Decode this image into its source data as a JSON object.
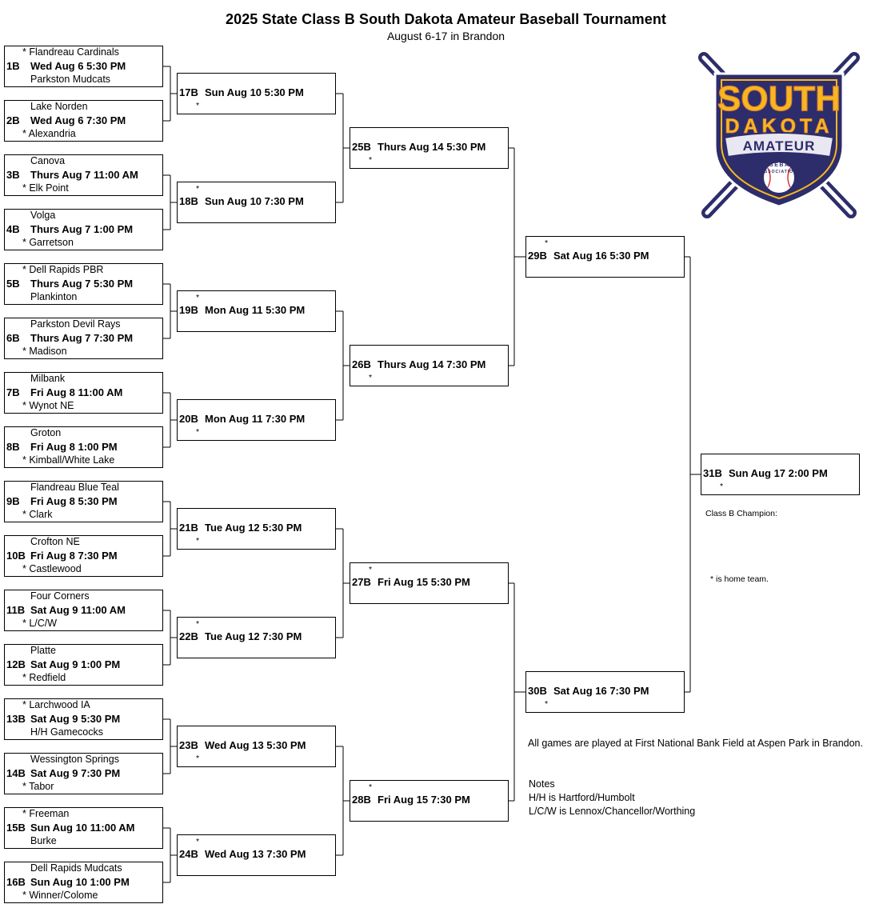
{
  "title": "2025 State Class B South Dakota Amateur Baseball Tournament",
  "subtitle": "August 6-17 in Brandon",
  "home_marker": "*",
  "first_round": [
    {
      "id": "1B",
      "time": "Wed Aug 6 5:30 PM",
      "top": "Flandreau Cardinals",
      "bottom": "Parkston Mudcats",
      "home": "top"
    },
    {
      "id": "2B",
      "time": "Wed Aug 6 7:30 PM",
      "top": "Lake Norden",
      "bottom": "Alexandria",
      "home": "bottom"
    },
    {
      "id": "3B",
      "time": "Thurs Aug 7 11:00 AM",
      "top": "Canova",
      "bottom": "Elk Point",
      "home": "bottom"
    },
    {
      "id": "4B",
      "time": "Thurs Aug 7 1:00 PM",
      "top": "Volga",
      "bottom": "Garretson",
      "home": "bottom"
    },
    {
      "id": "5B",
      "time": "Thurs Aug 7 5:30 PM",
      "top": "Dell Rapids PBR",
      "bottom": "Plankinton",
      "home": "top"
    },
    {
      "id": "6B",
      "time": "Thurs Aug 7 7:30 PM",
      "top": "Parkston Devil Rays",
      "bottom": "Madison",
      "home": "bottom"
    },
    {
      "id": "7B",
      "time": "Fri Aug 8 11:00 AM",
      "top": "Milbank",
      "bottom": "Wynot NE",
      "home": "bottom"
    },
    {
      "id": "8B",
      "time": "Fri Aug 8 1:00 PM",
      "top": "Groton",
      "bottom": "Kimball/White Lake",
      "home": "bottom"
    },
    {
      "id": "9B",
      "time": "Fri Aug 8 5:30 PM",
      "top": "Flandreau Blue Teal",
      "bottom": "Clark",
      "home": "bottom"
    },
    {
      "id": "10B",
      "time": "Fri Aug 8 7:30 PM",
      "top": "Crofton NE",
      "bottom": "Castlewood",
      "home": "bottom"
    },
    {
      "id": "11B",
      "time": "Sat Aug 9 11:00 AM",
      "top": "Four Corners",
      "bottom": "L/C/W",
      "home": "bottom"
    },
    {
      "id": "12B",
      "time": "Sat Aug 9 1:00 PM",
      "top": "Platte",
      "bottom": "Redfield",
      "home": "bottom"
    },
    {
      "id": "13B",
      "time": "Sat Aug 9 5:30 PM",
      "top": "Larchwood IA",
      "bottom": "H/H Gamecocks",
      "home": "top"
    },
    {
      "id": "14B",
      "time": "Sat Aug 9 7:30 PM",
      "top": "Wessington Springs",
      "bottom": "Tabor",
      "home": "bottom"
    },
    {
      "id": "15B",
      "time": "Sun Aug 10 11:00 AM",
      "top": "Freeman",
      "bottom": "Burke",
      "home": "top"
    },
    {
      "id": "16B",
      "time": "Sun Aug 10 1:00 PM",
      "top": "Dell Rapids Mudcats",
      "bottom": "Winner/Colome",
      "home": "bottom"
    }
  ],
  "second_round": [
    {
      "id": "17B",
      "time": "Sun Aug 10 5:30 PM",
      "home": "bottom"
    },
    {
      "id": "18B",
      "time": "Sun Aug 10 7:30 PM",
      "home": "top"
    },
    {
      "id": "19B",
      "time": "Mon Aug 11 5:30 PM",
      "home": "top"
    },
    {
      "id": "20B",
      "time": "Mon Aug 11 7:30 PM",
      "home": "bottom"
    },
    {
      "id": "21B",
      "time": "Tue Aug 12 5:30 PM",
      "home": "bottom"
    },
    {
      "id": "22B",
      "time": "Tue Aug 12 7:30 PM",
      "home": "top"
    },
    {
      "id": "23B",
      "time": "Wed Aug 13 5:30 PM",
      "home": "bottom"
    },
    {
      "id": "24B",
      "time": "Wed Aug 13 7:30 PM",
      "home": "top"
    }
  ],
  "quarterfinals": [
    {
      "id": "25B",
      "time": "Thurs Aug 14 5:30 PM",
      "home": "bottom"
    },
    {
      "id": "26B",
      "time": "Thurs Aug 14 7:30 PM",
      "home": "bottom"
    },
    {
      "id": "27B",
      "time": "Fri Aug 15 5:30 PM",
      "home": "top"
    },
    {
      "id": "28B",
      "time": "Fri Aug 15 7:30 PM",
      "home": "top"
    }
  ],
  "semifinals": [
    {
      "id": "29B",
      "time": "Sat Aug 16 5:30 PM",
      "home": "top"
    },
    {
      "id": "30B",
      "time": "Sat Aug 16 7:30 PM",
      "home": "bottom"
    }
  ],
  "final": {
    "id": "31B",
    "time": "Sun Aug 17 2:00 PM",
    "home": "bottom"
  },
  "champion_label": "Class B Champion:",
  "home_note": "* is home team.",
  "venue_note": "All games are played at First National Bank Field at Aspen Park in Brandon.",
  "notes": {
    "heading": "Notes",
    "lines": [
      "H/H is Hartford/Humbolt",
      "L/C/W is Lennox/Chancellor/Worthing"
    ]
  },
  "logo": {
    "line1": "SOUTH",
    "line2": "DAKOTA",
    "line3": "AMATEUR",
    "line4": "BASEBALL",
    "line5": "ASSOCIATION",
    "colors": {
      "shield": "#2e2d6b",
      "gold": "#f5b820",
      "orange": "#e8862a",
      "white": "#ffffff",
      "banner": "#e9e8f2"
    }
  }
}
